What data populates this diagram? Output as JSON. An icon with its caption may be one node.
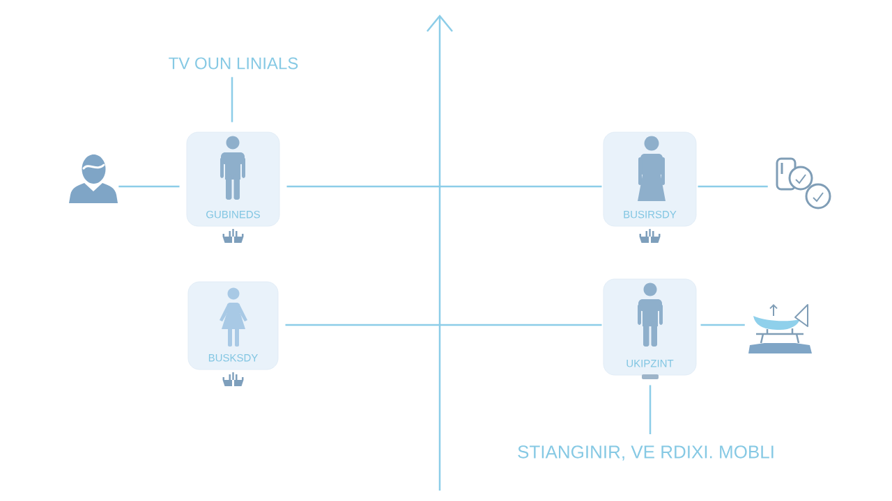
{
  "diagram": {
    "nodes": [
      {
        "text": [
          "TV OUN LINIALS"
        ]
      },
      {
        "text": [],
        "shape": "person"
      },
      {
        "text": [
          "GUBINEDS"
        ]
      },
      {
        "text": [
          "BUSIRSDY"
        ]
      },
      {
        "text": [],
        "shape": "picture"
      },
      {
        "text": [
          "BUSKSDY"
        ]
      },
      {
        "text": [
          "UKIPZINT"
        ]
      },
      {
        "text": [],
        "shape": "picture"
      },
      {
        "text": [
          "STIANGINIR, VE RDIXI. MOBLI"
        ]
      }
    ],
    "edges": [
      {
        "from": 0,
        "to": 2,
        "arrow": "none"
      },
      {
        "from": 1,
        "to": 2,
        "arrow": "none"
      },
      {
        "from": 2,
        "to": 3,
        "arrow": "none"
      },
      {
        "from": 3,
        "to": 4,
        "arrow": "none"
      },
      {
        "from": 5,
        "to": 6,
        "arrow": "none"
      },
      {
        "from": 6,
        "to": 7,
        "arrow": "none"
      },
      {
        "from": 8,
        "to": 6,
        "arrow": "none"
      }
    ]
  }
}
